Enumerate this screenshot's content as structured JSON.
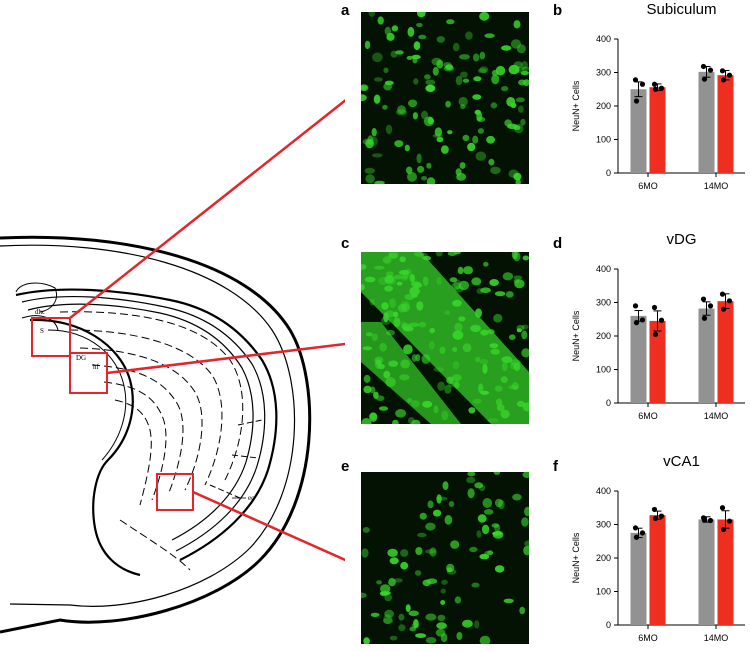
{
  "figure": {
    "panels": [
      {
        "letter": "a"
      },
      {
        "letter": "b"
      },
      {
        "letter": "c"
      },
      {
        "letter": "d"
      },
      {
        "letter": "e"
      },
      {
        "letter": "f"
      }
    ],
    "atlas_labels": [
      "dhc",
      "S",
      "DG",
      "hf",
      "ec"
    ]
  },
  "colors": {
    "group1": "#929292",
    "group2": "#ef2e22",
    "highlight_box": "#e3262b",
    "fluorescence": "#38d62a"
  },
  "chart_data": [
    {
      "type": "bar",
      "title": "Subiculum",
      "ylabel": "NeuN+ Cells",
      "xlabel": "",
      "categories": [
        "6MO",
        "14MO"
      ],
      "ylim": [
        0,
        400
      ],
      "yticks": [
        "0",
        "100",
        "200",
        "300",
        "400"
      ],
      "series": [
        {
          "values": [
            250,
            256
          ],
          "errors": [
            22,
            10
          ],
          "points": [
            [
              278,
              265,
              215
            ],
            [
              265,
              253,
              250
            ]
          ]
        },
        {
          "values": [
            302,
            292
          ],
          "errors": [
            16,
            14
          ],
          "points": [
            [
              318,
              307,
              280
            ],
            [
              305,
              292,
              278
            ]
          ]
        }
      ]
    },
    {
      "type": "bar",
      "title": "vDG",
      "ylabel": "NeuN+ Cells",
      "xlabel": "",
      "categories": [
        "6MO",
        "14MO"
      ],
      "ylim": [
        0,
        400
      ],
      "yticks": [
        "0",
        "100",
        "200",
        "300",
        "400"
      ],
      "series": [
        {
          "values": [
            260,
            245
          ],
          "errors": [
            16,
            30
          ],
          "points": [
            [
              290,
              248,
              240
            ],
            [
              285,
              247,
              205
            ]
          ]
        },
        {
          "values": [
            282,
            304
          ],
          "errors": [
            20,
            22
          ],
          "points": [
            [
              310,
              290,
              253
            ],
            [
              325,
              305,
              280
            ]
          ]
        }
      ]
    },
    {
      "type": "bar",
      "title": "vCA1",
      "ylabel": "NeuN+ Cells",
      "xlabel": "",
      "categories": [
        "6MO",
        "14MO"
      ],
      "ylim": [
        0,
        400
      ],
      "yticks": [
        "0",
        "100",
        "200",
        "300",
        "400"
      ],
      "series": [
        {
          "values": [
            275,
            328
          ],
          "errors": [
            14,
            12
          ],
          "points": [
            [
              290,
              275,
              262
            ],
            [
              345,
              325,
              318
            ]
          ]
        },
        {
          "values": [
            315,
            315
          ],
          "errors": [
            8,
            26
          ],
          "points": [
            [
              320,
              312,
              313
            ],
            [
              350,
              310,
              285
            ]
          ]
        }
      ]
    }
  ]
}
